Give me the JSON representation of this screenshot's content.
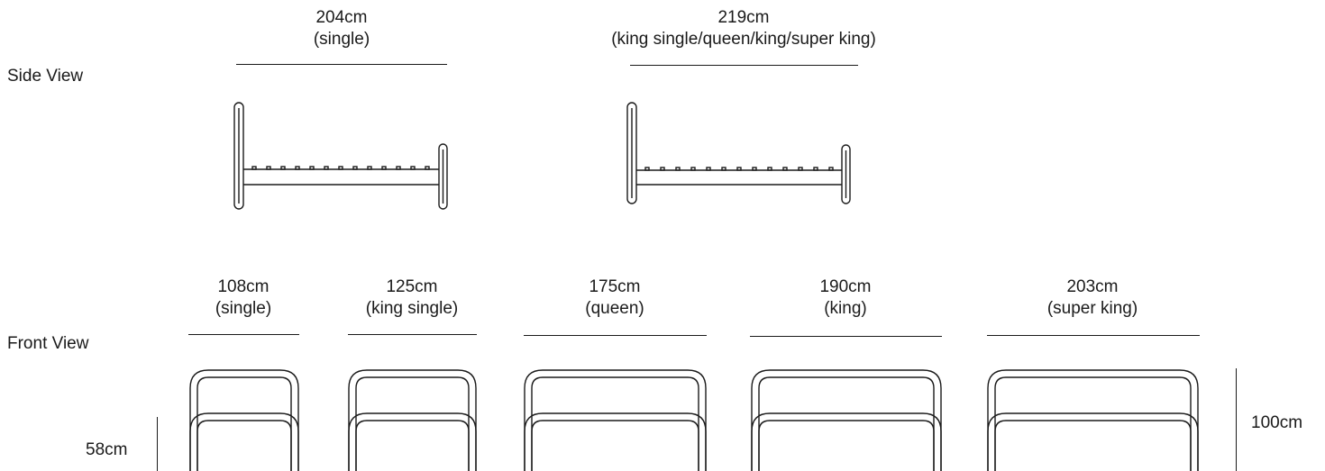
{
  "views": {
    "side_label": "Side View",
    "front_label": "Front View"
  },
  "side_dims": [
    {
      "size": "204cm",
      "name": "(single)"
    },
    {
      "size": "219cm",
      "name": "(king single/queen/king/super king)"
    }
  ],
  "front_dims": [
    {
      "size": "108cm",
      "name": "(single)"
    },
    {
      "size": "125cm",
      "name": "(king single)"
    },
    {
      "size": "175cm",
      "name": "(queen)"
    },
    {
      "size": "190cm",
      "name": "(king)"
    },
    {
      "size": "203cm",
      "name": "(super king)"
    }
  ],
  "heights": {
    "foot": "58cm",
    "head": "100cm"
  },
  "colors": {
    "line": "#1a1a1a",
    "background": "#ffffff"
  }
}
